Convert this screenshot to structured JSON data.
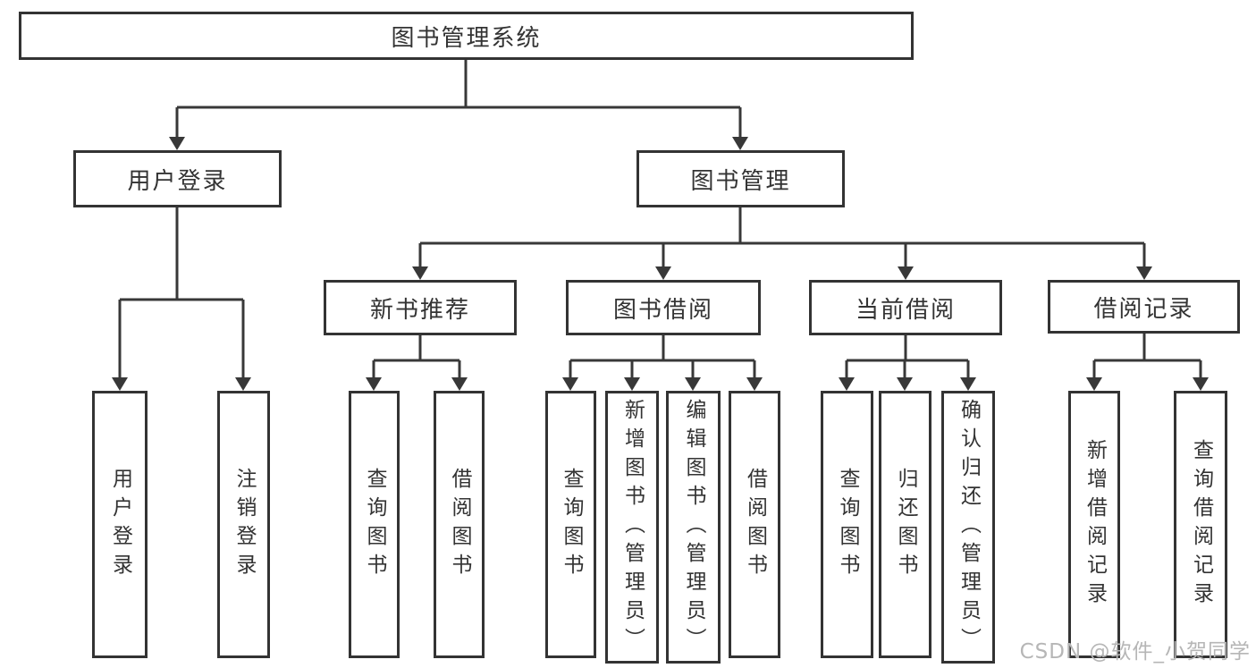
{
  "diagram_type": "hierarchy-tree",
  "tree": {
    "label": "图书管理系统",
    "children": [
      {
        "label": "用户登录",
        "children": [
          {
            "label": "用户登录"
          },
          {
            "label": "注销登录"
          }
        ]
      },
      {
        "label": "图书管理",
        "children": [
          {
            "label": "新书推荐",
            "children": [
              {
                "label": "查询图书"
              },
              {
                "label": "借阅图书"
              }
            ]
          },
          {
            "label": "图书借阅",
            "children": [
              {
                "label": "查询图书"
              },
              {
                "label": "新增图书（管理员）"
              },
              {
                "label": "编辑图书（管理员）"
              },
              {
                "label": "借阅图书"
              }
            ]
          },
          {
            "label": "当前借阅",
            "children": [
              {
                "label": "查询图书"
              },
              {
                "label": "归还图书"
              },
              {
                "label": "确认归还（管理员）"
              }
            ]
          },
          {
            "label": "借阅记录",
            "children": [
              {
                "label": "新增借阅记录"
              },
              {
                "label": "查询借阅记录"
              }
            ]
          }
        ]
      }
    ]
  },
  "watermark": {
    "text": "CSDN @软件_小贺同学"
  },
  "colors": {
    "line": "#383838",
    "border": "#333333",
    "text": "#333333",
    "watermark": "#b6b6b6",
    "background": "#ffffff"
  }
}
